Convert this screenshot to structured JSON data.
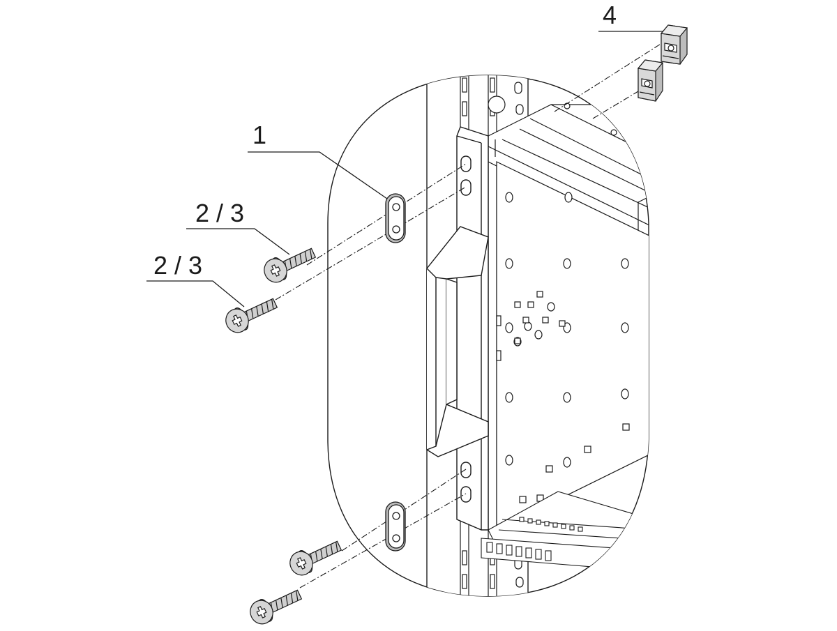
{
  "diagram": {
    "callouts": [
      {
        "id": "c1",
        "text": "1"
      },
      {
        "id": "c23a",
        "text": "2 / 3"
      },
      {
        "id": "c23b",
        "text": "2 / 3"
      },
      {
        "id": "c4",
        "text": "4"
      }
    ],
    "colors": {
      "stroke": "#1a1a1a",
      "part_fill": "#ffffff",
      "screw_fill": "#d4d4d4",
      "screw_dark": "#a8a8a8"
    }
  }
}
